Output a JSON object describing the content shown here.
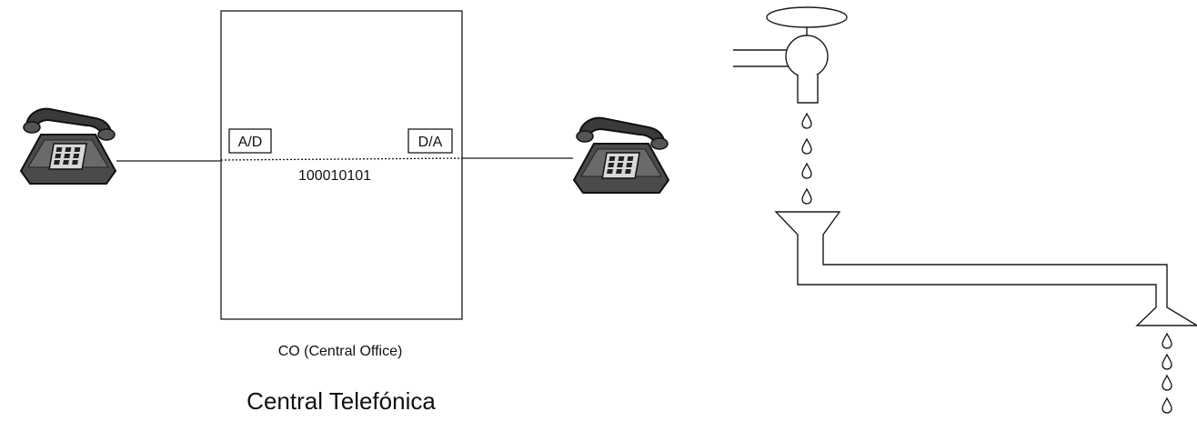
{
  "labels": {
    "ad": "A/D",
    "da": "D/A",
    "binary": "100010101",
    "co": "CO (Central Office)",
    "title": "Central Telefónica"
  },
  "icons": {
    "left_phone": "telephone-icon",
    "right_phone": "telephone-icon",
    "faucet": "faucet-icon",
    "drops": "water-drop-icon"
  },
  "colors": {
    "line": "#1a1a1a",
    "phone_fill": "#3a3a3a",
    "phone_light": "#bdbdbd"
  }
}
